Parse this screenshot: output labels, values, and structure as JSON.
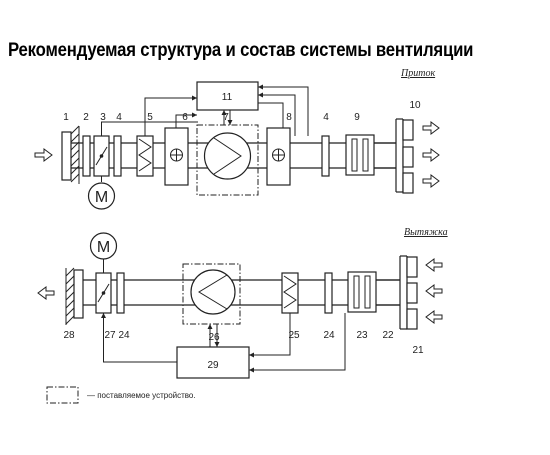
{
  "title": "Рекомендуемая структура и состав системы вентиляции",
  "sections": {
    "supply": "Приток",
    "exhaust": "Вытяжка"
  },
  "supply_labels": [
    "1",
    "2",
    "3",
    "4",
    "5",
    "6",
    "7",
    "8",
    "4",
    "9",
    "10",
    "11"
  ],
  "exhaust_labels": [
    "28",
    "27",
    "24",
    "26",
    "25",
    "24",
    "23",
    "22",
    "21",
    "29"
  ],
  "motor_symbol": "M",
  "legend": {
    "text": "— поставляемое устройство."
  }
}
